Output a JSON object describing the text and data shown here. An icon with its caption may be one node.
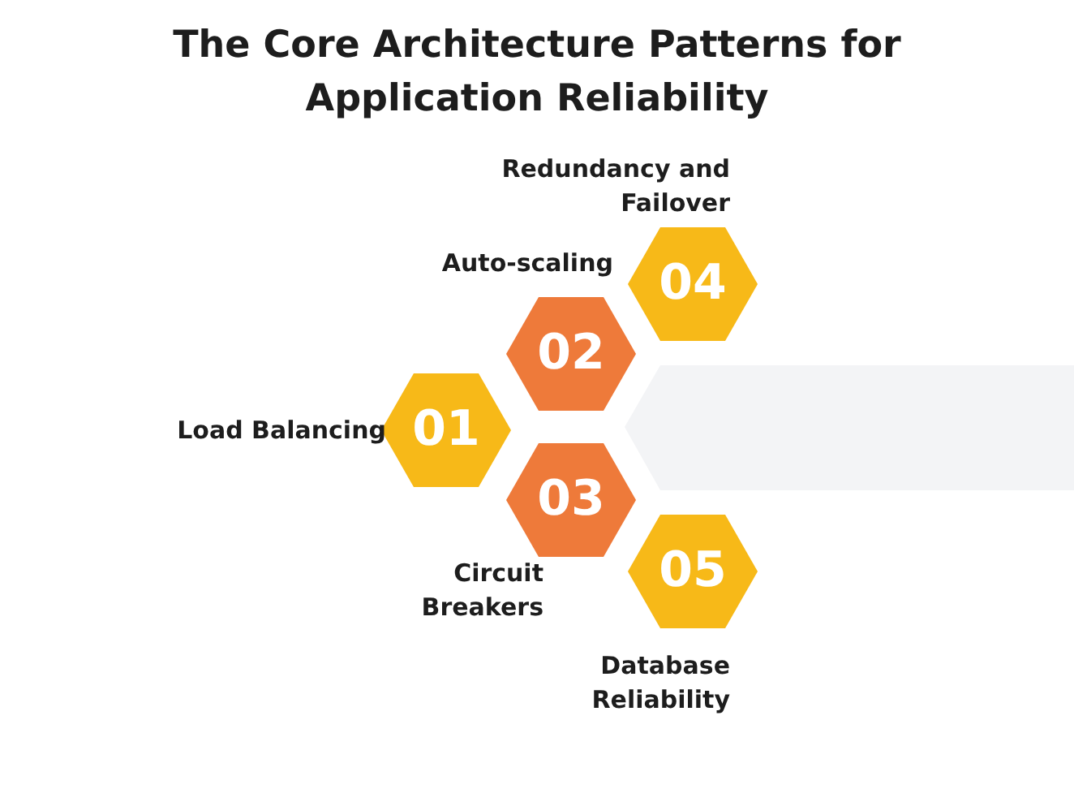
{
  "diagram": {
    "title": "The Core Architecture Patterns for Application Reliability",
    "nodes": [
      {
        "text": [
          "01"
        ],
        "beside": [
          "Load Balancing"
        ]
      },
      {
        "text": [
          "02"
        ],
        "beside": [
          "Auto-scaling"
        ]
      },
      {
        "text": [
          "03"
        ],
        "beside": [
          "Circuit Breakers"
        ]
      },
      {
        "text": [
          "04"
        ],
        "beside": [
          "Redundancy and Failover"
        ]
      },
      {
        "text": [
          "05"
        ],
        "beside": [
          "Database Reliability"
        ]
      }
    ]
  }
}
